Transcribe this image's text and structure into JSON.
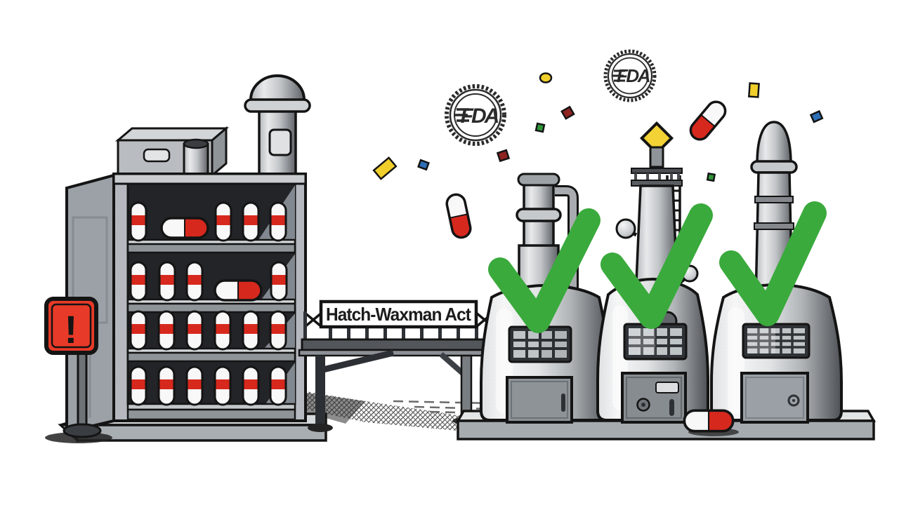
{
  "scene": {
    "background_color": "#ffffff",
    "bridge_sign": {
      "label": "Hatch-Waxman Act",
      "bg": "#ffffff",
      "text_color": "#1b1b1b"
    },
    "warning_sign": {
      "symbol": "!",
      "fill": "#e83a28",
      "border": "#141414"
    },
    "fda_seals": [
      {
        "label": "FDA"
      },
      {
        "label": "FDA"
      }
    ],
    "cabinet": {
      "shelf_rows": 4,
      "standing_pill_count": 20,
      "lying_pill_count": 2
    },
    "tanks": {
      "count": 3
    },
    "checkmarks": {
      "count": 3,
      "color": "#3aaa3c"
    },
    "pills": {
      "white": "#f8f8f8",
      "red": "#d7281d",
      "floating_count": 2,
      "platform_count": 1
    },
    "diamond": {
      "color": "#f2d235"
    },
    "confetti_colors": {
      "yellow": "#f0cf2b",
      "blue": "#2d6fb5",
      "dark_red": "#8e2321",
      "green": "#2f9638"
    }
  }
}
